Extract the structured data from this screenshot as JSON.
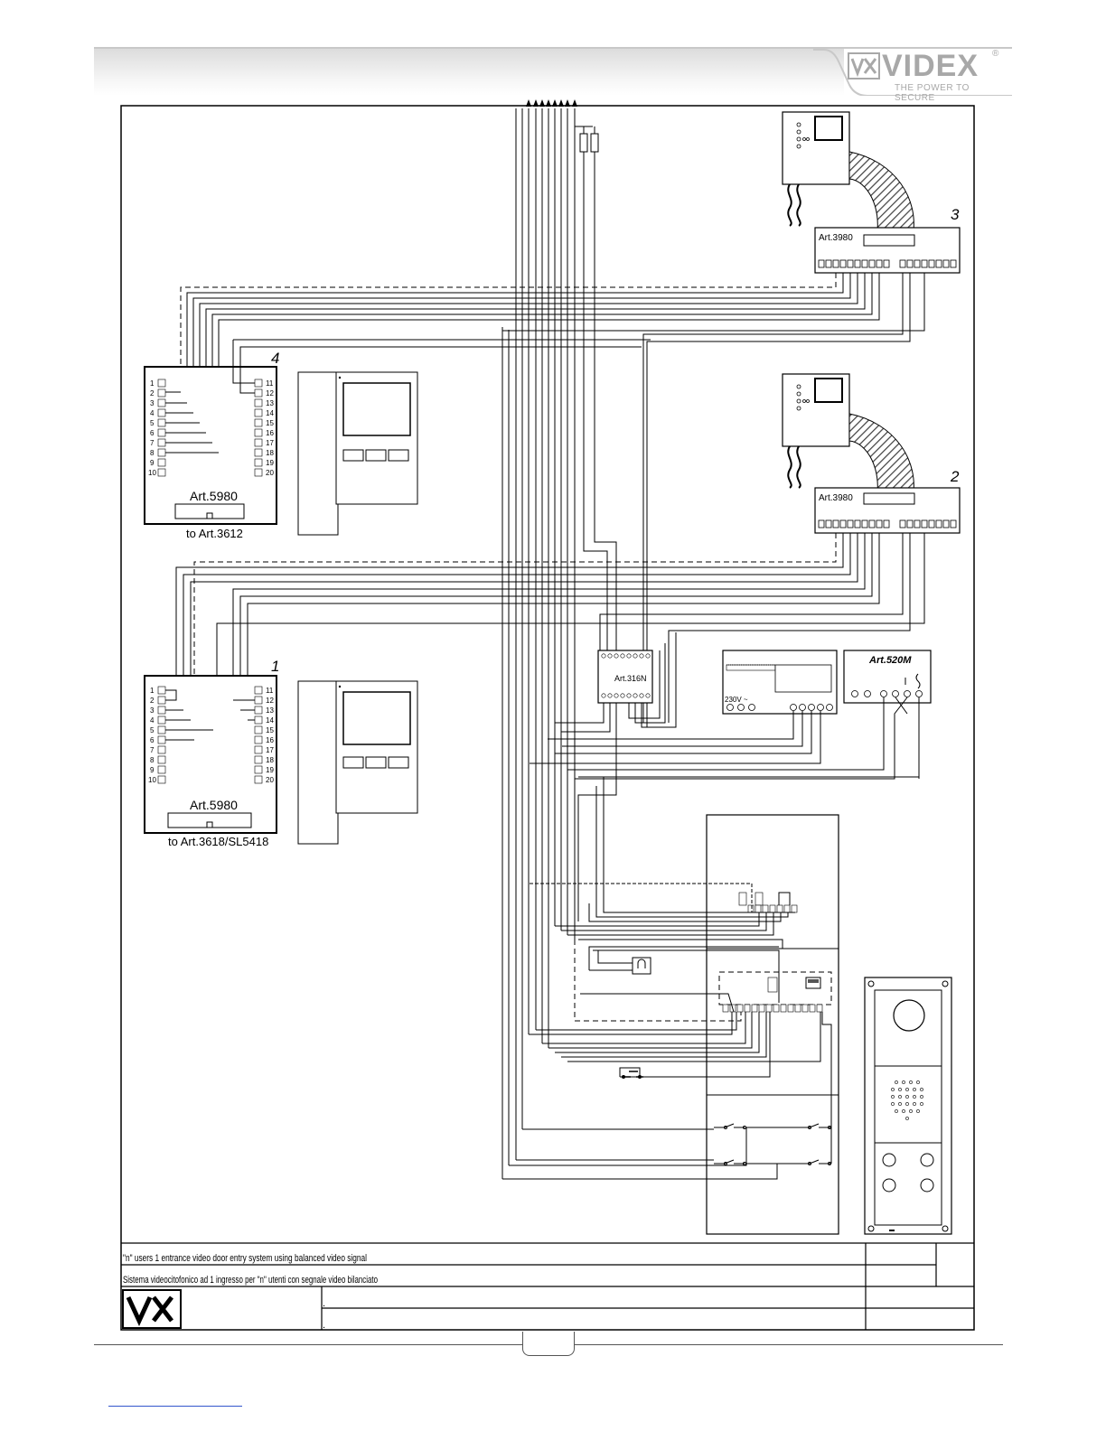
{
  "brand": {
    "name": "VIDEX",
    "tagline": "THE POWER TO SECURE",
    "registered": "®"
  },
  "colors": {
    "line": "#000000",
    "header_gray": "#a8a8a8",
    "hatch": "#444444"
  },
  "units": {
    "monitor_3": {
      "number": "3",
      "module": "Art.3980"
    },
    "monitor_2": {
      "number": "2",
      "module": "Art.3980"
    },
    "unit_4": {
      "number": "4",
      "module": "Art.5980",
      "subtitle": "to Art.3612"
    },
    "unit_1": {
      "number": "1",
      "module": "Art.5980",
      "subtitle": "to Art.3618/SL5418"
    },
    "distributor": {
      "module": "Art.316N"
    },
    "relay": {
      "module": "Art.520M"
    },
    "psu": {
      "label": "230V ~"
    }
  },
  "terminals_left": [
    "1",
    "2",
    "3",
    "4",
    "5",
    "6",
    "7",
    "8",
    "9",
    "10"
  ],
  "terminals_right": [
    "11",
    "12",
    "13",
    "14",
    "15",
    "16",
    "17",
    "18",
    "19",
    "20"
  ],
  "title_block": {
    "line_en": "\"n\" users 1 entrance video door entry system using balanced video signal",
    "line_it": "Sistema videocitofonico ad 1 ingresso per \"n\" utenti con segnale video bilanciato",
    "dot1": ".",
    "dot2": "."
  }
}
